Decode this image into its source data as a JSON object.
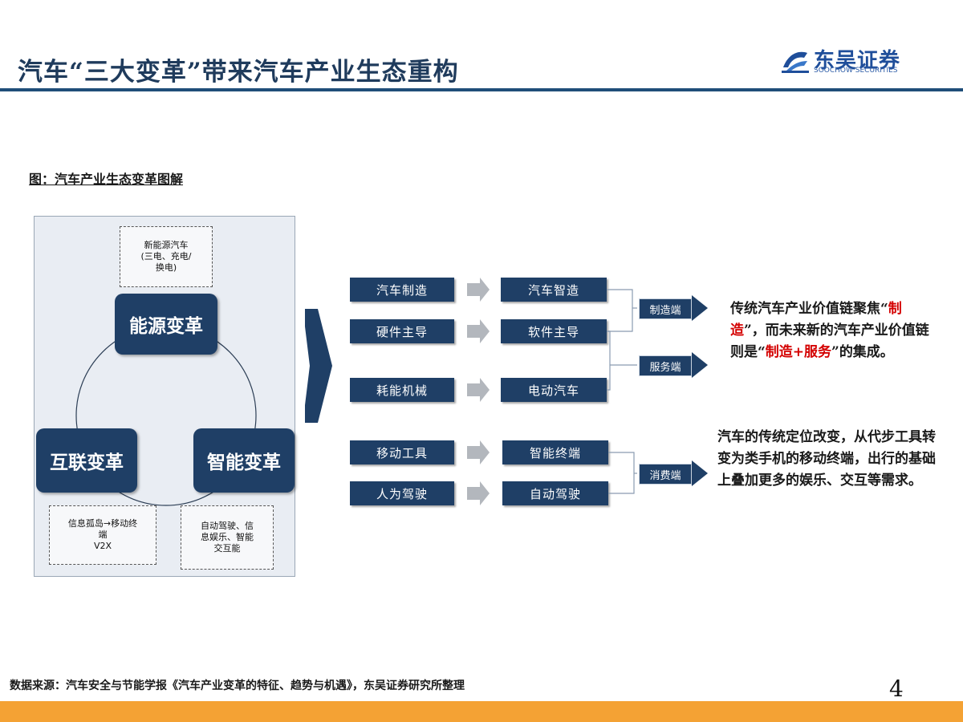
{
  "header": {
    "title": "汽车“三大变革”带来汽车产业生态重构",
    "logo_name": "东吴证券",
    "logo_en": "SOOCHOW SECURITIES"
  },
  "figure": {
    "caption": "图：汽车产业生态变革图解"
  },
  "left_panel": {
    "energy_note": [
      "新能源汽车",
      "(三电、充电/",
      "换电)"
    ],
    "energy_label": "能源变革",
    "connect_label": "互联变革",
    "smart_label": "智能变革",
    "connect_note": [
      "信息孤岛→移动终",
      "端",
      "V2X"
    ],
    "smart_note": [
      "自动驾驶、信",
      "息娱乐、智能",
      "交互能"
    ]
  },
  "chains": [
    {
      "from": "汽车制造",
      "to": "汽车智造"
    },
    {
      "from": "硬件主导",
      "to": "软件主导"
    },
    {
      "from": "耗能机械",
      "to": "电动汽车"
    },
    {
      "from": "移动工具",
      "to": "智能终端"
    },
    {
      "from": "人为驾驶",
      "to": "自动驾驶"
    }
  ],
  "tags": {
    "manufacture": "制造端",
    "service": "服务端",
    "consume": "消费端"
  },
  "descriptions": {
    "value_chain": {
      "part1": "传统汽车产业价值链聚焦",
      "q_open": "“",
      "hl1": "制造",
      "q_close": "”",
      "part2": "，而未来新的汽车产业价值链则是",
      "hl2": "制造+服务",
      "part3": "的集成。"
    },
    "positioning": "汽车的传统定位改变，从代步工具转变为类手机的移动终端，出行的基础上叠加更多的娱乐、交互等需求。"
  },
  "colors": {
    "box_navy": "#1f3f66",
    "header_rule": "#1f4e79",
    "footer_orange": "#f4a234",
    "highlight_red": "#d40000"
  },
  "footer": {
    "source": "数据来源：汽车安全与节能学报《汽车产业变革的特征、趋势与机遇》，东吴证券研究所整理",
    "page": "4"
  }
}
